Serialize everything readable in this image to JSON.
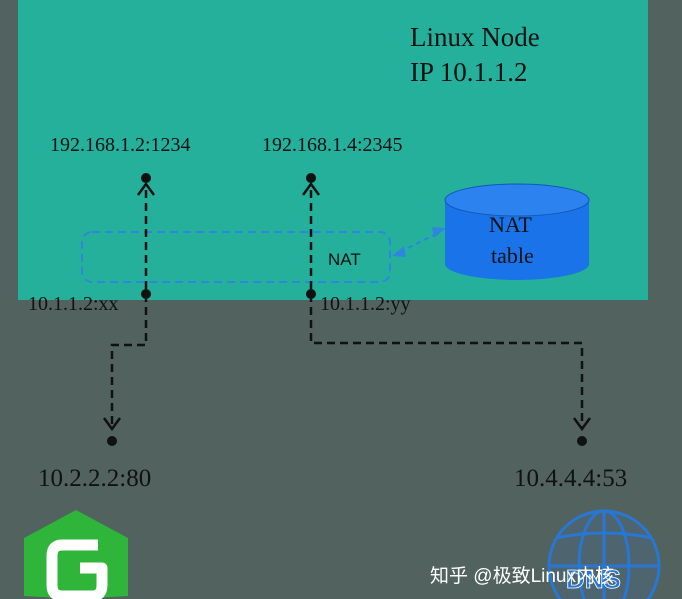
{
  "node": {
    "title": "Linux Node",
    "ip": "IP 10.1.1.2"
  },
  "endpoints": {
    "inside_left": "192.168.1.2:1234",
    "inside_right": "192.168.1.4:2345",
    "nat_left": "10.1.1.2:xx",
    "nat_right": "10.1.1.2:yy",
    "remote_left": "10.2.2.2:80",
    "remote_right": "10.4.4.4:53"
  },
  "nat": {
    "label": "NAT"
  },
  "nat_table": {
    "line1": "NAT",
    "line2": "table"
  },
  "dns_logo": {
    "text": "DNS"
  },
  "watermark": {
    "text": "知乎 @极致Linux内核"
  },
  "colors": {
    "background": "#51625f",
    "node_box": "#25b09c",
    "nat_dash": "#2e86de",
    "cylinder": "#1a73e8",
    "arrow": "#111111",
    "nginx_green": "#2fb53a",
    "dns_blue": "#2877d4"
  }
}
